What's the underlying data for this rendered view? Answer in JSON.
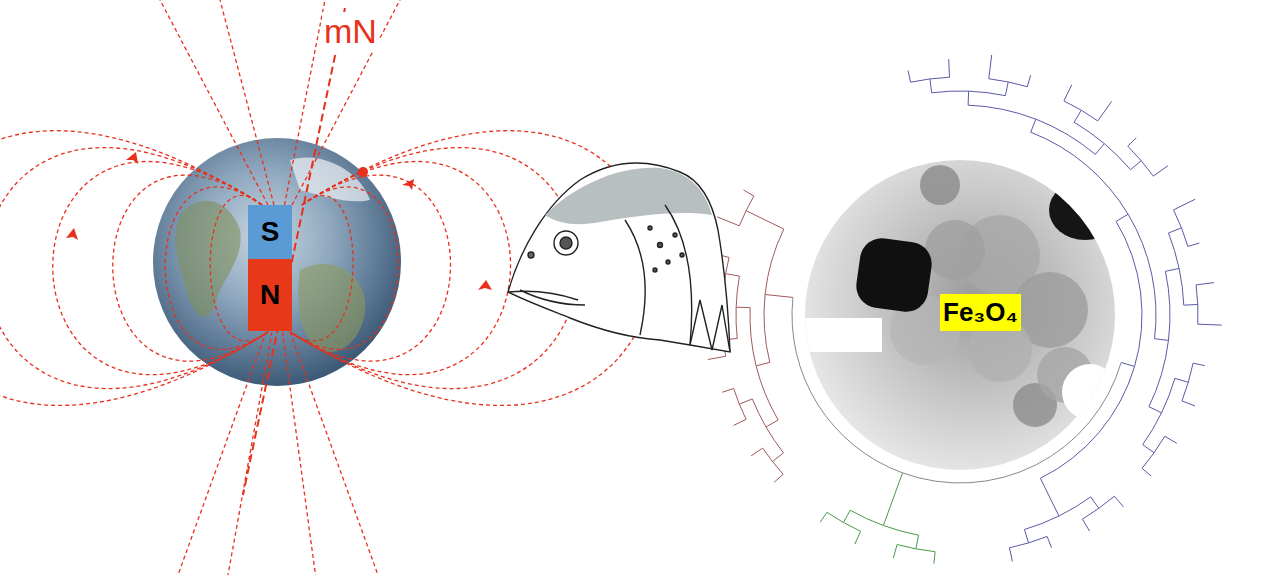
{
  "diagram": {
    "nodes": [
      {
        "text": [
          "S"
        ]
      },
      {
        "text": [
          "N"
        ]
      },
      {
        "text": [
          "Fe₃O₄"
        ]
      }
    ],
    "labels": [
      "mN"
    ]
  }
}
